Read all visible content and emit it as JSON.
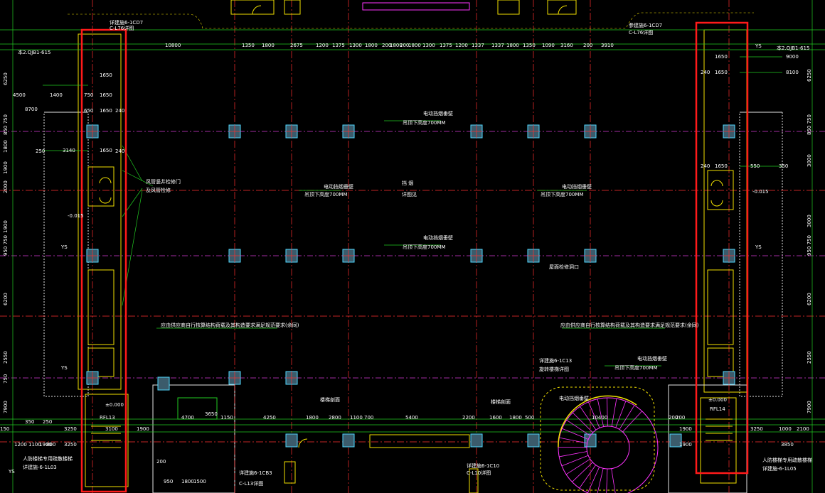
{
  "colors": {
    "background": "#000000",
    "grid_axis": "#d63ad6",
    "grid_axis_red": "#ff3030",
    "dimension_line": "#22cc22",
    "wall": "#f2e100",
    "column_fill": "#3b5b6b",
    "column_stroke": "#4fd8ff",
    "highlight_box": "#ff1a1a",
    "stair": "#ff33ff",
    "cyan": "#28e0ff"
  },
  "top_dims": [
    "10800",
    "1350",
    "1800",
    "2675",
    "1200",
    "1375",
    "1300",
    "1800",
    "200",
    "1800",
    "200",
    "1800",
    "1300",
    "1375",
    "1200",
    "1337",
    "1337",
    "1800",
    "1350",
    "1090",
    "3160",
    "200",
    "3910"
  ],
  "top_row2": [
    "200",
    "200",
    "350",
    "200",
    "200"
  ],
  "left_dims": [
    "4500",
    "1400",
    "8700",
    "250",
    "3140",
    "1650",
    "750",
    "1650",
    "650",
    "1650",
    "240",
    "1650",
    "240"
  ],
  "left_vertical": [
    "6250",
    "850 750",
    "1800",
    "1900",
    "2000",
    "1900",
    "950 750",
    "6200",
    "2550",
    "750",
    "7900"
  ],
  "right_dims": [
    "1650",
    "240",
    "1650",
    "240",
    "1650",
    "550",
    "350",
    "9000",
    "8100"
  ],
  "right_vertical": [
    "6250",
    "850 750",
    "3000",
    "3000",
    "950 750",
    "6200",
    "2550",
    "7900"
  ],
  "bottom_left_dims": [
    "350",
    "150",
    "1200",
    "1900",
    "3250",
    "250",
    "1100",
    "800",
    "3100",
    "3250",
    "1900",
    "200",
    "950",
    "1800",
    "1500",
    "4700",
    "3650",
    "1150",
    "4250",
    "1800",
    "2800",
    "1100",
    "700",
    "5400",
    "2200",
    "1600",
    "1800",
    "500",
    "10400",
    "200",
    "1900",
    "3250",
    "1000",
    "2100",
    "3850",
    "1900",
    "200"
  ],
  "levels": {
    "left_minus": "-0.015",
    "right_minus": "-0.015",
    "left_zero": "±0.000",
    "right_zero": "±0.000"
  },
  "labels": {
    "ys": "YS",
    "left_ref_top": "本2.QJB1-615",
    "right_ref_top": "本2.QJB1-615",
    "top_left_ref": "详建施6-1CD7",
    "top_left_ref2": "C-L76详图",
    "top_right_ref": "参建施6-1CD7",
    "top_right_ref2": "C-L76详图",
    "center_note1": "电动挡烟垂壁",
    "center_note1b": "吊顶下高度700MM",
    "center_note2": "电动挡烟垂壁",
    "center_note2b": "吊顶下高度700MM",
    "center_note3": "电动挡烟垂壁",
    "center_note3b": "吊顶下高度700MM",
    "center_note4": "电动挡烟垂壁",
    "center_note4b": "吊顶下高度700MM",
    "center_note5": "电动挡烟垂壁",
    "center_note5b": "吊顶下高度700MM",
    "center_small": "挡 烟",
    "center_small2": "详图见",
    "middle_note": "屋面检修洞口",
    "left_side_note": "风管竖井检修门",
    "left_side_note2": "及风管检修",
    "long_note_left": "应由供应商自行核算结构荷载及其构造要求满足规范要求(余同)",
    "long_note_right": "应由供应商自行核算结构荷载及其构造要求满足规范要求(余同)",
    "ref_1c13": "详建施6-1C13",
    "ref_1c13b": "旋转楼梯详图",
    "ref_1cd3": "详建施6-1CB3",
    "ref_1cd3b": "C-L13详图",
    "ref_1c10": "详建施6-1C10",
    "ref_1c10b": "C-L10详图",
    "rfl13": "RFL13",
    "rfl14": "RFL14",
    "stair_left": "人防楼梯专用疏散楼梯",
    "stair_left2": "详建施-6-1L03",
    "stair_right": "人防楼梯专用疏散楼梯",
    "stair_right2": "详建施-6-1L05",
    "b1": "电动挡烟垂壁",
    "b2": "吊顶下高度700MM",
    "b3": "楼梯剖面",
    "b4": "楼梯剖面"
  }
}
